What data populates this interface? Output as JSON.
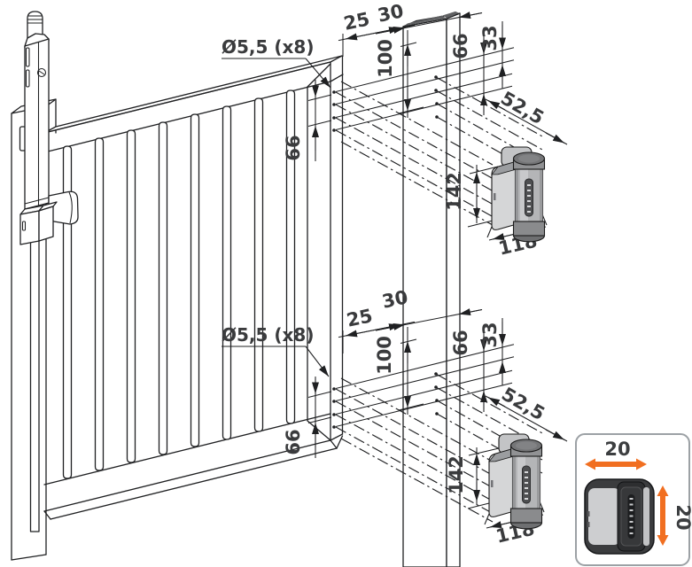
{
  "diagram": {
    "callouts": {
      "hole_diameter": "Ø5,5 (x8)"
    },
    "dimensions": {
      "gate_to_post_gap": "25",
      "post_width": "30",
      "first_hole_offset": "100",
      "hole_group_spacing": "66",
      "hole_pair_spacing": "33",
      "hinge_diagonal_offset": "52,5",
      "hinge_height": "142",
      "hinge_width": "118",
      "gate_hole_spacing": "66"
    },
    "inset": {
      "horizontal_adjustment": "20",
      "vertical_adjustment": "20"
    },
    "colors": {
      "line": "#1f2022",
      "dim_text": "#3a3b3d",
      "accent_orange": "#f16f21",
      "hinge_leaf_light": "#d5d6d7",
      "hinge_barrel_mid": "#b4b5b7",
      "hinge_front_dark": "#3b3c3e"
    }
  }
}
